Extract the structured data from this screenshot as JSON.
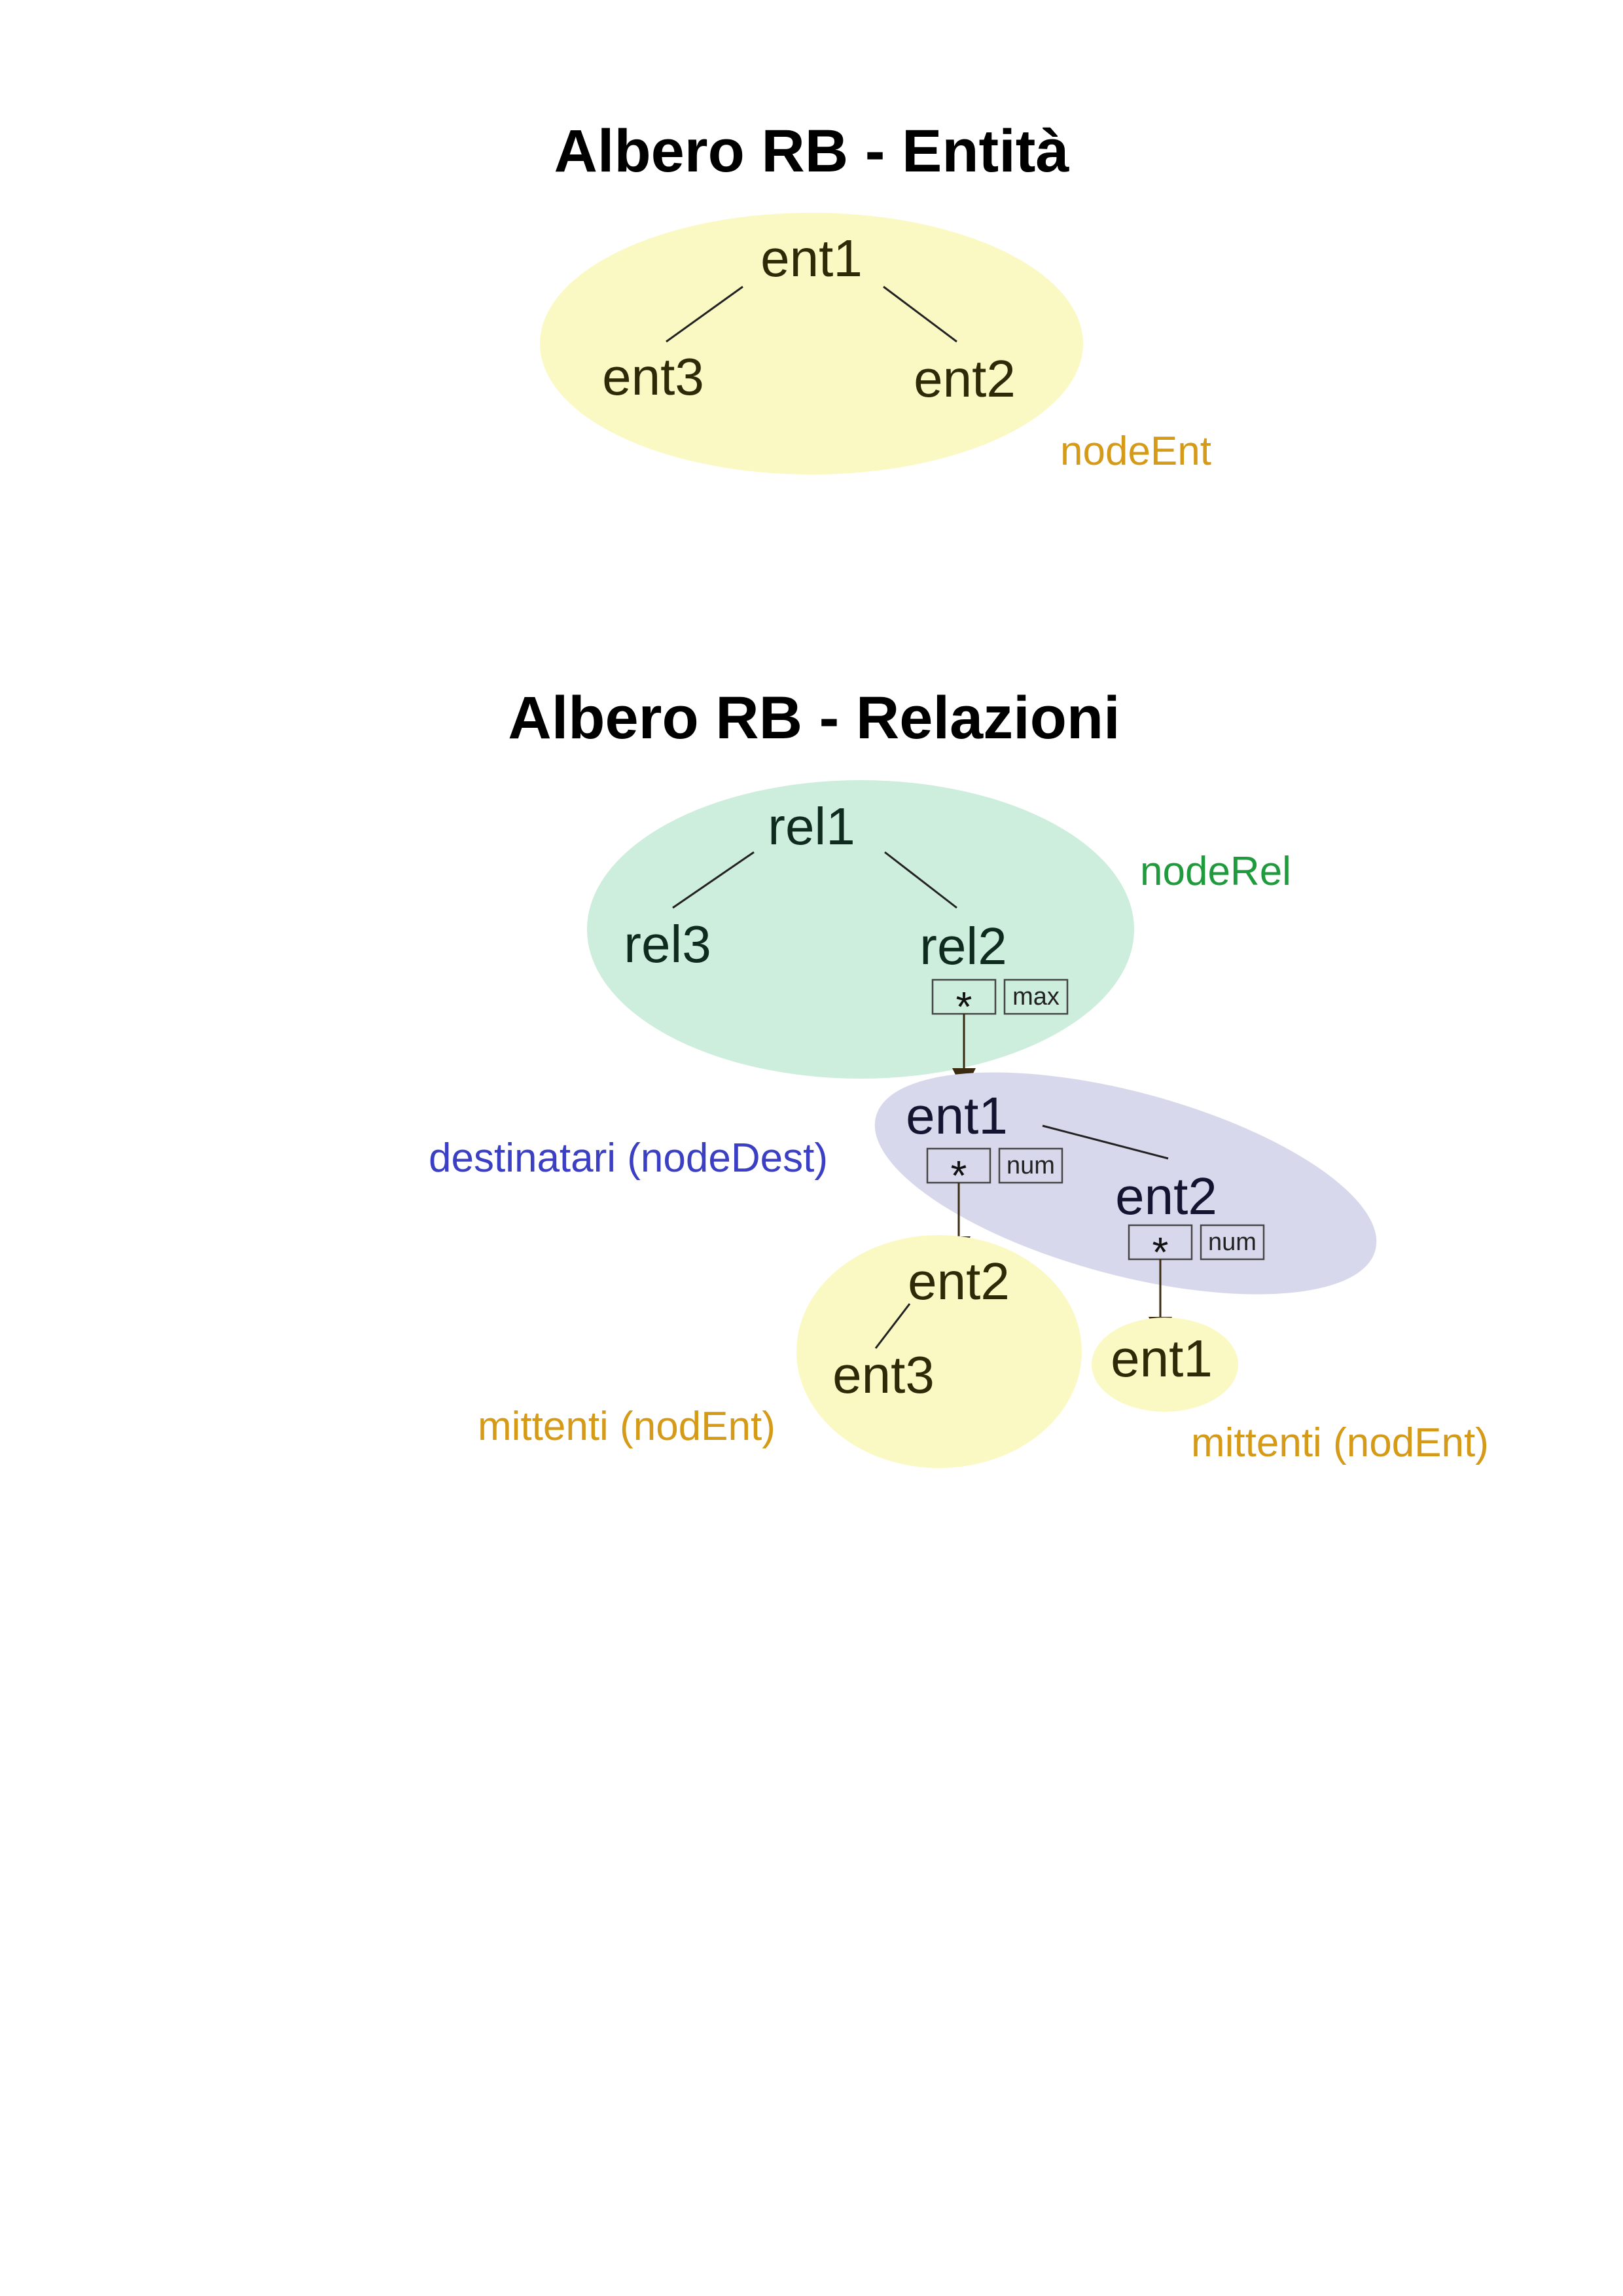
{
  "titles": {
    "entities": "Albero RB - Entità",
    "relations": "Albero RB - Relazioni"
  },
  "entity_tree": {
    "root": "ent1",
    "left": "ent3",
    "right": "ent2",
    "label": "nodeEnt"
  },
  "relation_tree": {
    "root": "rel1",
    "left": "rel3",
    "right": "rel2",
    "label": "nodeRel",
    "pointer_field": "*",
    "max_field": "max"
  },
  "dest_tree": {
    "label": "destinatari (nodeDest)",
    "root": "ent1",
    "child": "ent2",
    "root_pointer_field": "*",
    "root_num_field": "num",
    "child_pointer_field": "*",
    "child_num_field": "num"
  },
  "senders_left": {
    "root": "ent2",
    "child": "ent3",
    "label": "mittenti (nodEnt)"
  },
  "senders_right": {
    "root": "ent1",
    "label": "mittenti (nodEnt)"
  },
  "colors": {
    "entity_fill": "#fbf9c3",
    "relation_fill": "#cdeddd",
    "dest_fill": "#d8d8ec",
    "label_orange": "#d59a18",
    "label_green": "#1f9a3c",
    "label_blue": "#3b3fc4"
  }
}
